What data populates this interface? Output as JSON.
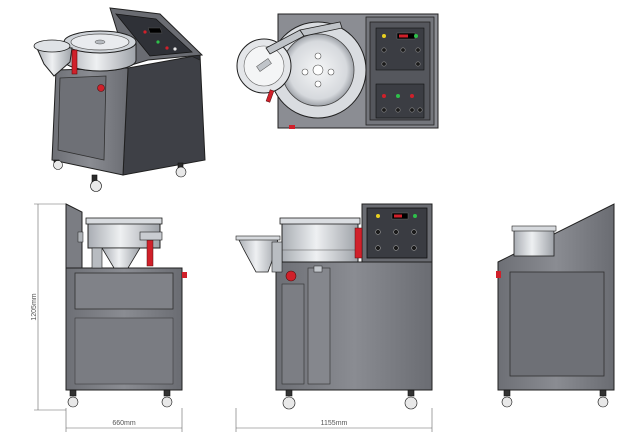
{
  "dimensions": {
    "height_label": "1205mm",
    "side_width_label": "660mm",
    "front_width_label": "1155mm"
  },
  "views": [
    {
      "id": "isometric"
    },
    {
      "id": "top"
    },
    {
      "id": "side-left"
    },
    {
      "id": "front"
    },
    {
      "id": "side-right"
    }
  ],
  "colors": {
    "body": "#7d7f85",
    "body_dark": "#4a4c52",
    "steel": "#c8ccd2",
    "panel": "#3a3c42",
    "accent_red": "#d0202a",
    "outline": "#202020",
    "dimension": "#666666"
  }
}
